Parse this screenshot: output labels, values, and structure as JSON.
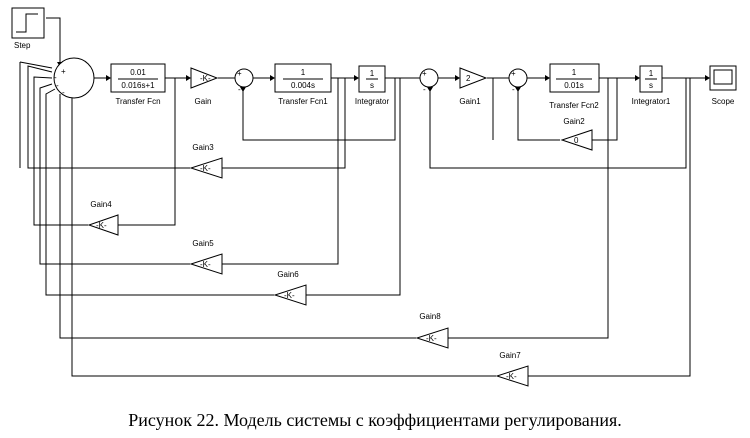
{
  "blocks": {
    "step": {
      "label": "Step"
    },
    "tf": {
      "label": "Transfer Fcn",
      "num": "0.01",
      "den": "0.016s+1"
    },
    "gain": {
      "label": "Gain",
      "value": "-K-"
    },
    "tf1": {
      "label": "Transfer Fcn1",
      "num": "1",
      "den": "0.004s"
    },
    "integrator": {
      "label": "Integrator",
      "num": "1",
      "den": "s"
    },
    "gain1": {
      "label": "Gain1",
      "value": "2"
    },
    "tf2": {
      "label": "Transfer Fcn2",
      "num": "1",
      "den": "0.01s"
    },
    "gain2": {
      "label": "Gain2",
      "value": "0"
    },
    "integrator1": {
      "label": "Integrator1",
      "num": "1",
      "den": "s"
    },
    "scope": {
      "label": "Scope"
    },
    "gain3": {
      "label": "Gain3",
      "value": "-K-"
    },
    "gain4": {
      "label": "Gain4",
      "value": "-K-"
    },
    "gain5": {
      "label": "Gain5",
      "value": "-K-"
    },
    "gain6": {
      "label": "Gain6",
      "value": "-K-"
    },
    "gain7": {
      "label": "Gain7",
      "value": "-K-"
    },
    "gain8": {
      "label": "Gain8",
      "value": "-K-"
    }
  },
  "signs": {
    "plus": "+",
    "minus": "-"
  },
  "caption": "Рисунок 22. Модель системы с коэффициентами регулирования."
}
